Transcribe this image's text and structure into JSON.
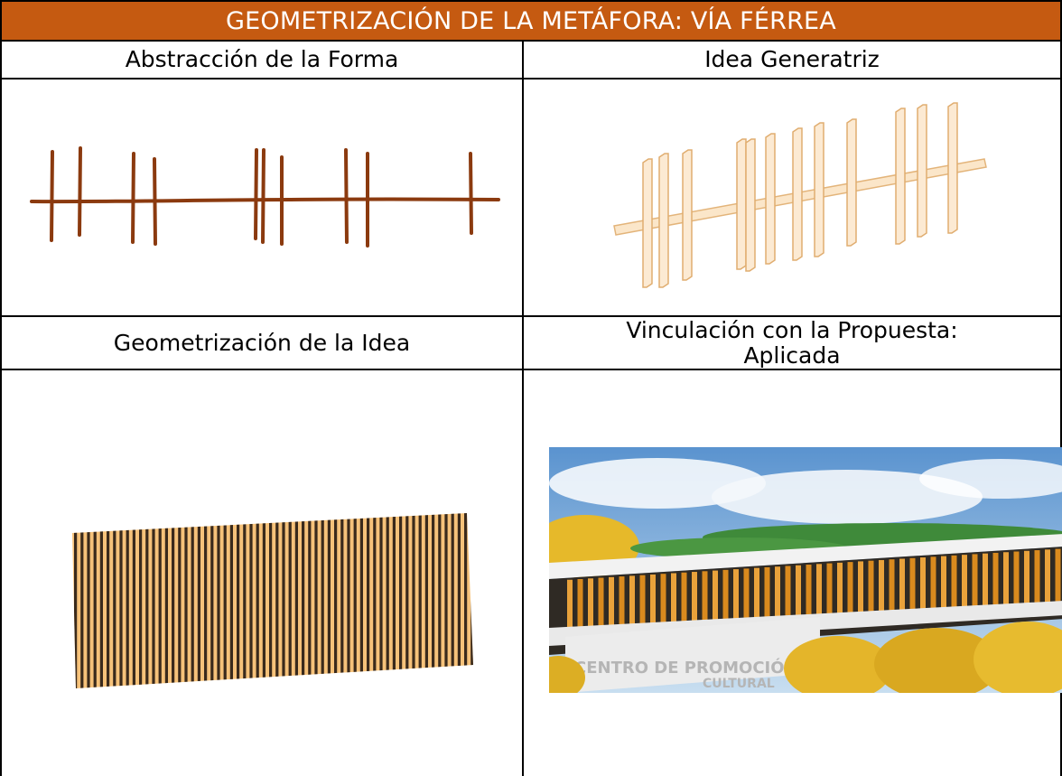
{
  "title": "GEOMETRIZACIÓN DE LA METÁFORA: VÍA FÉRREA",
  "colors": {
    "title_bg": "#c55a11",
    "title_text": "#ffffff",
    "sketch": "#8b3a0f",
    "wood": "#e9a23b"
  },
  "cells": {
    "top_left_header": "Abstracción de la Forma",
    "top_right_header": "Idea Generatriz",
    "bottom_left_header": "Geometrización de la Idea",
    "bottom_right_header_line1": "Vinculación con la Propuesta:",
    "bottom_right_header_line2": "Aplicada"
  },
  "render": {
    "sign_line1": "CENTRO DE PROMOCIÓN",
    "sign_line2": "CULTURAL"
  }
}
